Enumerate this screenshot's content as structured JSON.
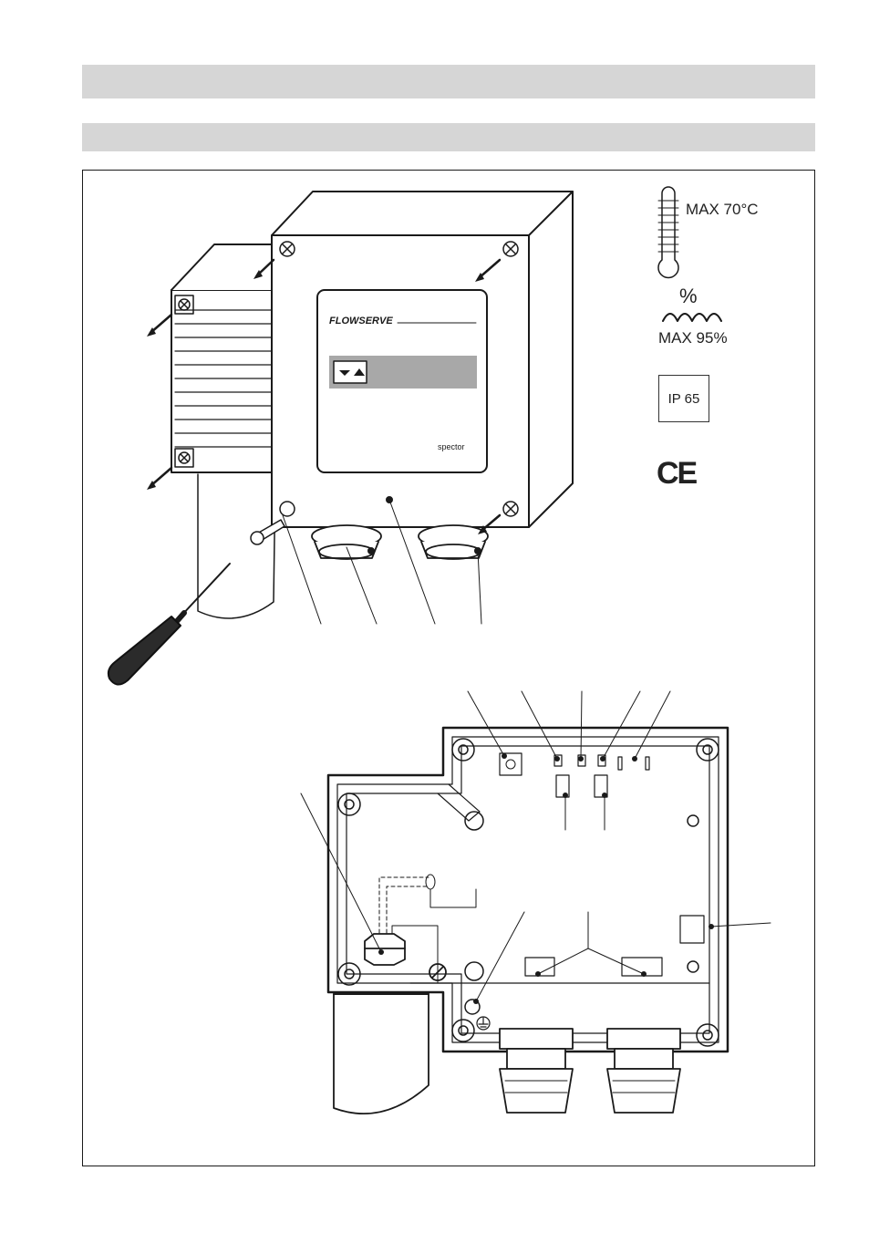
{
  "header_bars": [
    "",
    ""
  ],
  "device": {
    "brand": "FLOWSERVE",
    "sub_brand": "spector"
  },
  "specs": {
    "temperature": "MAX 70°C",
    "humidity_symbol": "%",
    "humidity": "MAX 95%",
    "protection": "IP 65",
    "conformity": "CE"
  },
  "icons": [
    "thermometer-icon",
    "humidity-icon",
    "ce-mark-icon",
    "ground-icon",
    "screwdriver-icon"
  ]
}
